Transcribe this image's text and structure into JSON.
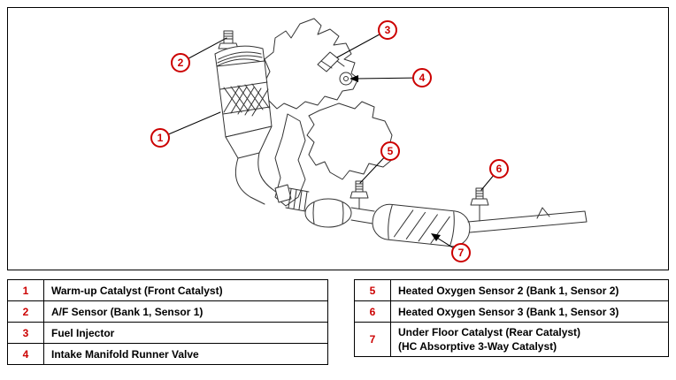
{
  "colors": {
    "callout": "#cc0000",
    "drawing": "#333333",
    "border": "#000000"
  },
  "callouts": [
    "1",
    "2",
    "3",
    "4",
    "5",
    "6",
    "7"
  ],
  "legend_left": {
    "rows": [
      {
        "num": "1",
        "text": "Warm-up Catalyst (Front Catalyst)"
      },
      {
        "num": "2",
        "text": "A/F Sensor (Bank 1, Sensor 1)"
      },
      {
        "num": "3",
        "text": "Fuel Injector"
      },
      {
        "num": "4",
        "text": "Intake Manifold Runner Valve"
      }
    ]
  },
  "legend_right": {
    "rows": [
      {
        "num": "5",
        "text": "Heated Oxygen Sensor 2 (Bank 1, Sensor 2)"
      },
      {
        "num": "6",
        "text": "Heated Oxygen Sensor 3 (Bank 1, Sensor 3)"
      },
      {
        "num": "7",
        "text": "Under Floor Catalyst (Rear Catalyst)",
        "text2": "(HC Absorptive 3-Way Catalyst)"
      }
    ]
  }
}
